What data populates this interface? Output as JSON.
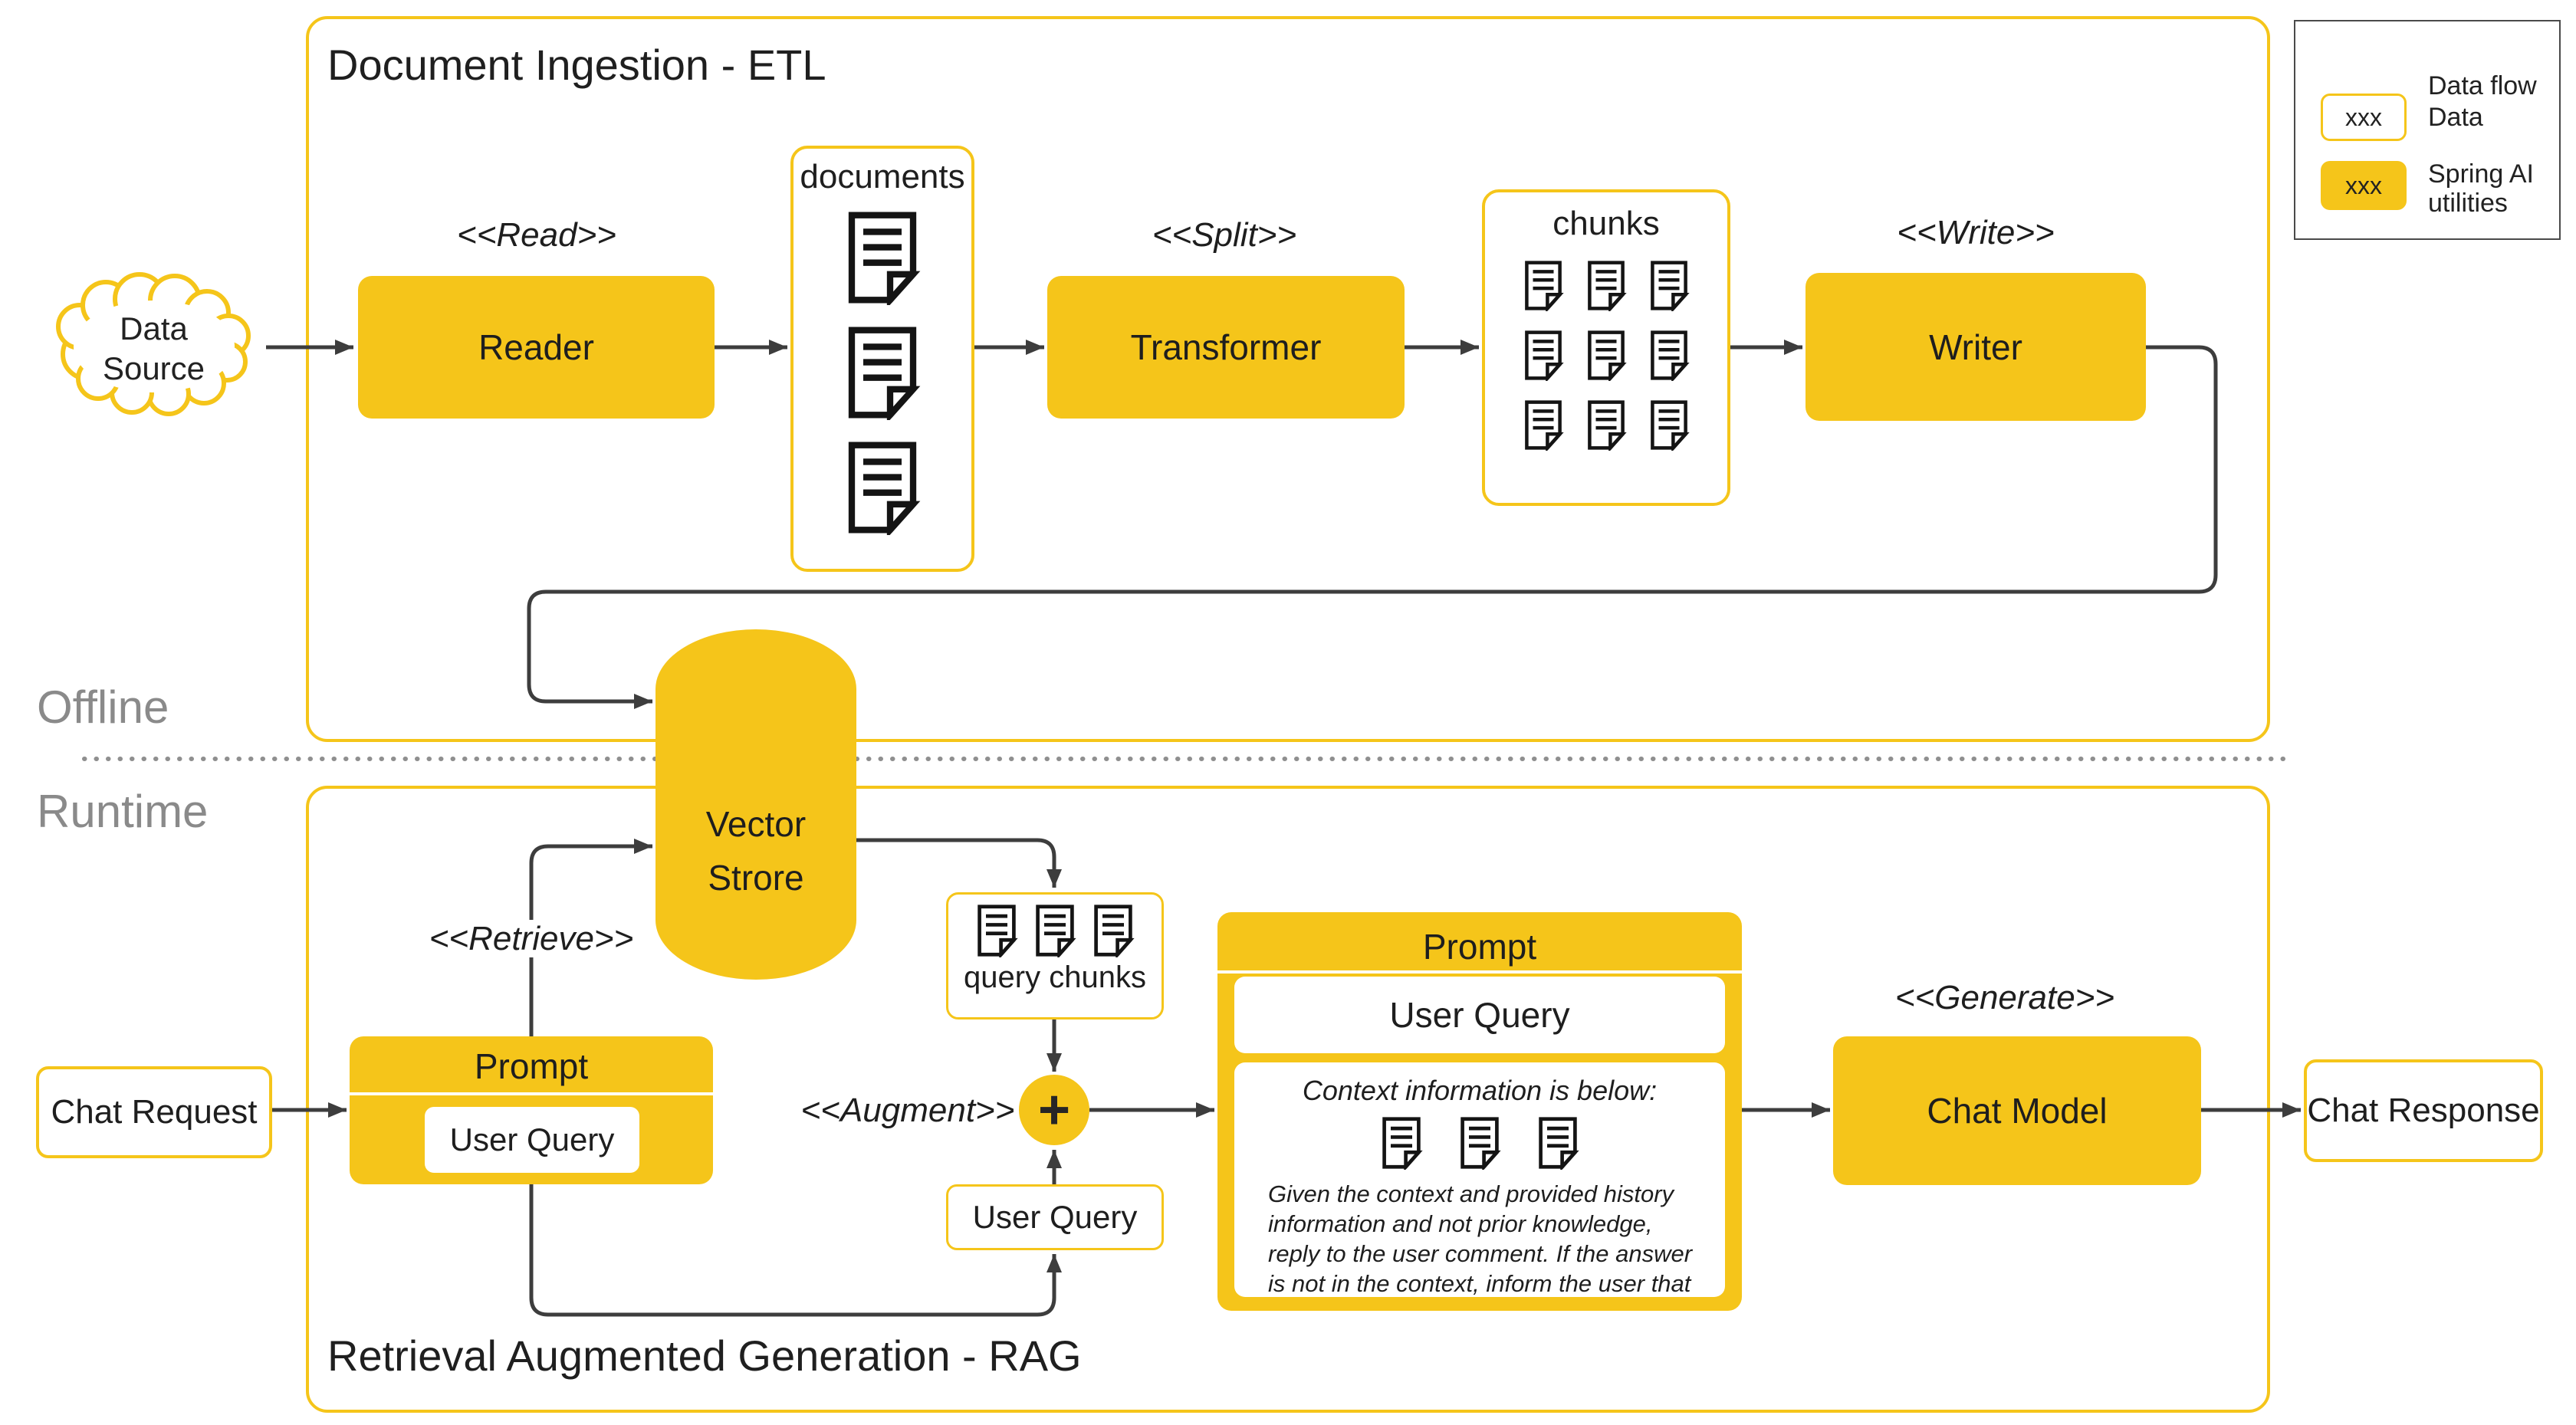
{
  "colors": {
    "spring_yellow": "#F5C51A",
    "wire": "#3d3d3d",
    "text": "#1e1e1e",
    "zone_label_gray": "#8a8a8a"
  },
  "legend": {
    "data_flow_label": "Data flow",
    "data_sample": "xxx",
    "data_label": "Data",
    "spring_sample": "xxx",
    "spring_label_line1": "Spring AI",
    "spring_label_line2": "utilities"
  },
  "zones": {
    "offline": "Offline",
    "runtime": "Runtime"
  },
  "etl": {
    "title": "Document Ingestion - ETL",
    "read_stereotype": "<<Read>>",
    "split_stereotype": "<<Split>>",
    "write_stereotype": "<<Write>>",
    "data_source_line1": "Data",
    "data_source_line2": "Source",
    "reader_label": "Reader",
    "documents_label": "documents",
    "transformer_label": "Transformer",
    "chunks_label": "chunks",
    "writer_label": "Writer"
  },
  "vector_store": {
    "line1": "Vector",
    "line2": "Strore"
  },
  "rag": {
    "title": "Retrieval Augmented Generation - RAG",
    "retrieve_stereotype": "<<Retrieve>>",
    "augment_stereotype": "<<Augment>>",
    "generate_stereotype": "<<Generate>>",
    "chat_request_label": "Chat Request",
    "prompt_small": {
      "title": "Prompt",
      "user_query": "User Query"
    },
    "query_chunks_label": "query chunks",
    "user_query_label": "User Query",
    "plus_sign": "+",
    "big_prompt": {
      "title": "Prompt",
      "user_query": "User Query",
      "context_heading": "Context information is below:",
      "instruction": "Given the context and provided history information and not prior knowledge, reply to the user comment. If the answer is not in the context, inform the user that you can't answer the question."
    },
    "chat_model_label": "Chat Model",
    "chat_response_label": "Chat Response"
  }
}
